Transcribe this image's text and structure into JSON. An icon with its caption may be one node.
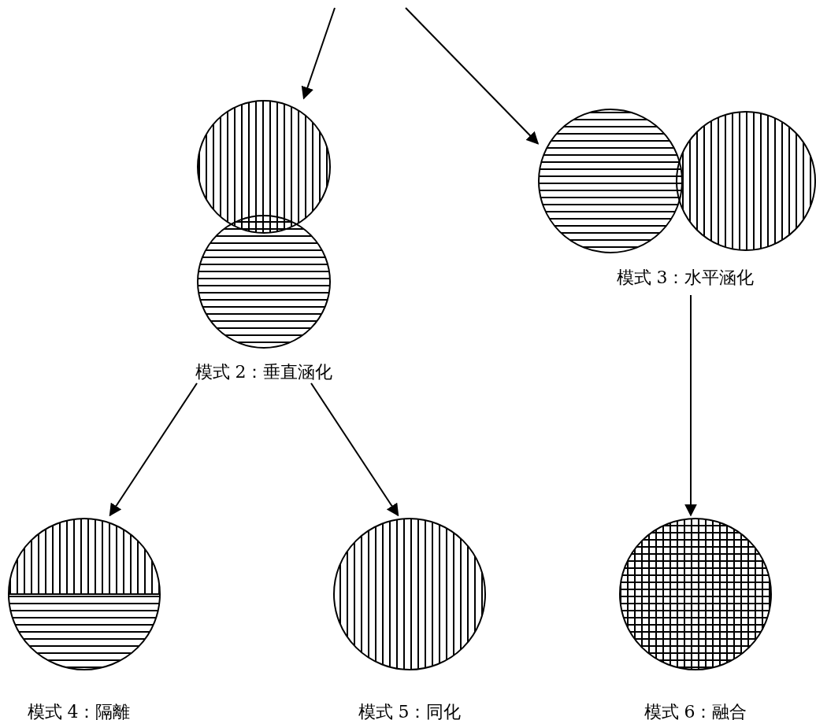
{
  "diagram": {
    "nodes": [
      {
        "text": [
          "模式 2：垂直涵化"
        ]
      },
      {
        "text": [
          "模式 3：水平涵化"
        ]
      },
      {
        "text": [
          "模式 4：隔離"
        ]
      },
      {
        "text": [
          "模式 5：同化"
        ]
      },
      {
        "text": [
          "模式 6：融合"
        ]
      }
    ],
    "edges": [
      {
        "from": null,
        "to": 0,
        "arrow": "to"
      },
      {
        "from": null,
        "to": 1,
        "arrow": "to"
      },
      {
        "from": 0,
        "to": 2,
        "arrow": "to"
      },
      {
        "from": 0,
        "to": 3,
        "arrow": "to"
      },
      {
        "from": 1,
        "to": 4,
        "arrow": "to"
      }
    ]
  }
}
